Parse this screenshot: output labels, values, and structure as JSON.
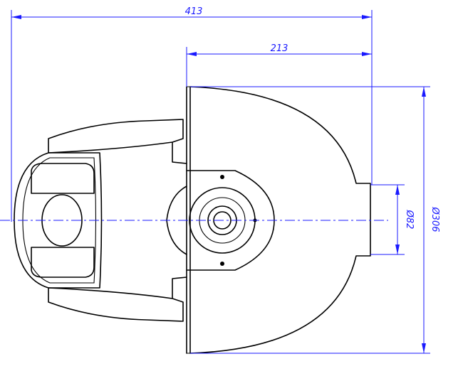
{
  "dimensions": {
    "overall_length": "413",
    "dome_length": "213",
    "small_diameter": "Ø82",
    "large_diameter": "Ø306"
  },
  "colors": {
    "outline": "#000000",
    "dimension": "#1a1aff",
    "background": "#ffffff"
  }
}
